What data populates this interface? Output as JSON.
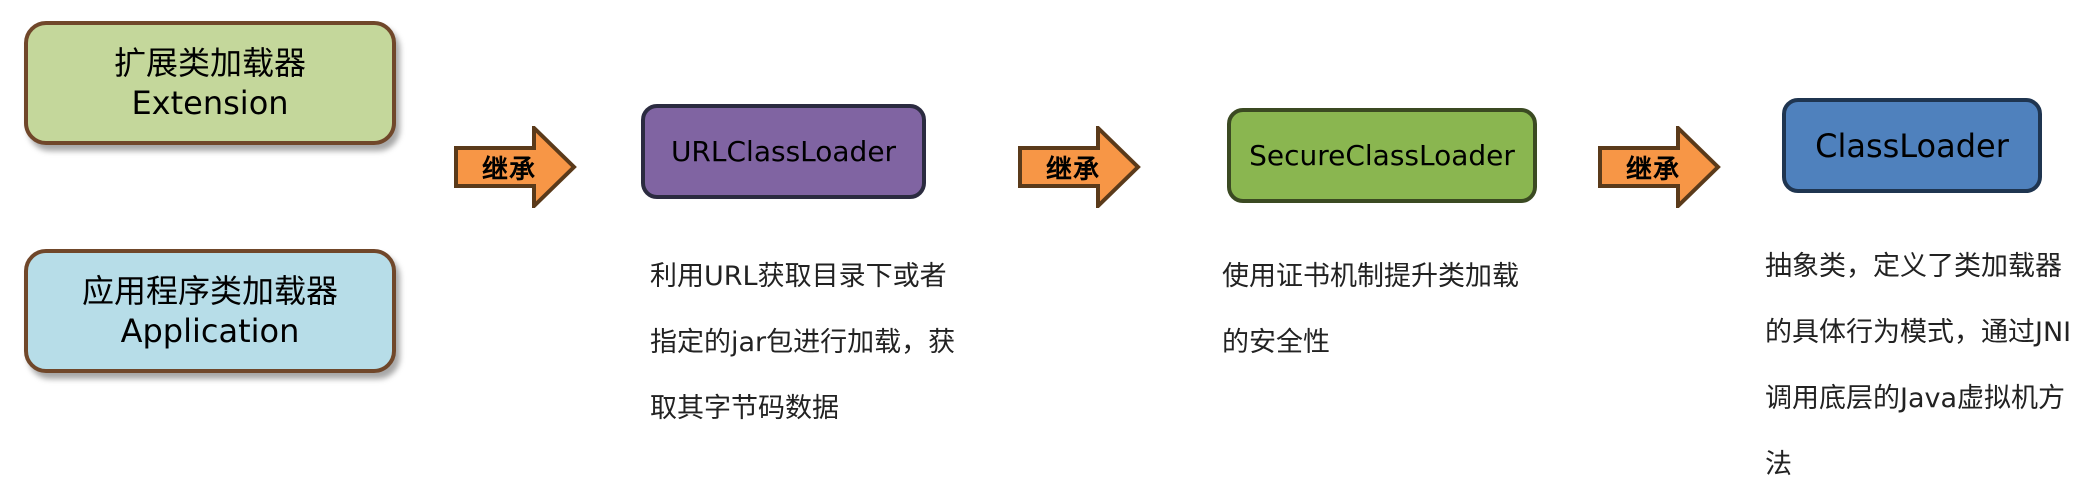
{
  "left_boxes": {
    "extension": {
      "line1": "扩展类加载器",
      "line2": "Extension"
    },
    "application": {
      "line1": "应用程序类加载器",
      "line2": "Application"
    }
  },
  "arrow_label": "继承",
  "nodes": {
    "url_class_loader": "URLClassLoader",
    "secure_class_loader": "SecureClassLoader",
    "class_loader": "ClassLoader"
  },
  "descriptions": {
    "url_class_loader": [
      "利用URL获取目录下或者",
      "指定的jar包进行加载，获",
      "取其字节码数据"
    ],
    "secure_class_loader": [
      "使用证书机制提升类加载",
      "的安全性"
    ],
    "class_loader": [
      "抽象类，定义了类加载器",
      "的具体行为模式，通过JNI",
      "调用底层的Java虚拟机方",
      "法"
    ]
  },
  "colors": {
    "extension_fill": "#c4d79b",
    "application_fill": "#b7dde8",
    "url_fill": "#8064a2",
    "secure_fill": "#8ab650",
    "classloader_fill": "#4f81bd",
    "arrow_fill": "#f79646",
    "border_brown": "#70472a"
  }
}
